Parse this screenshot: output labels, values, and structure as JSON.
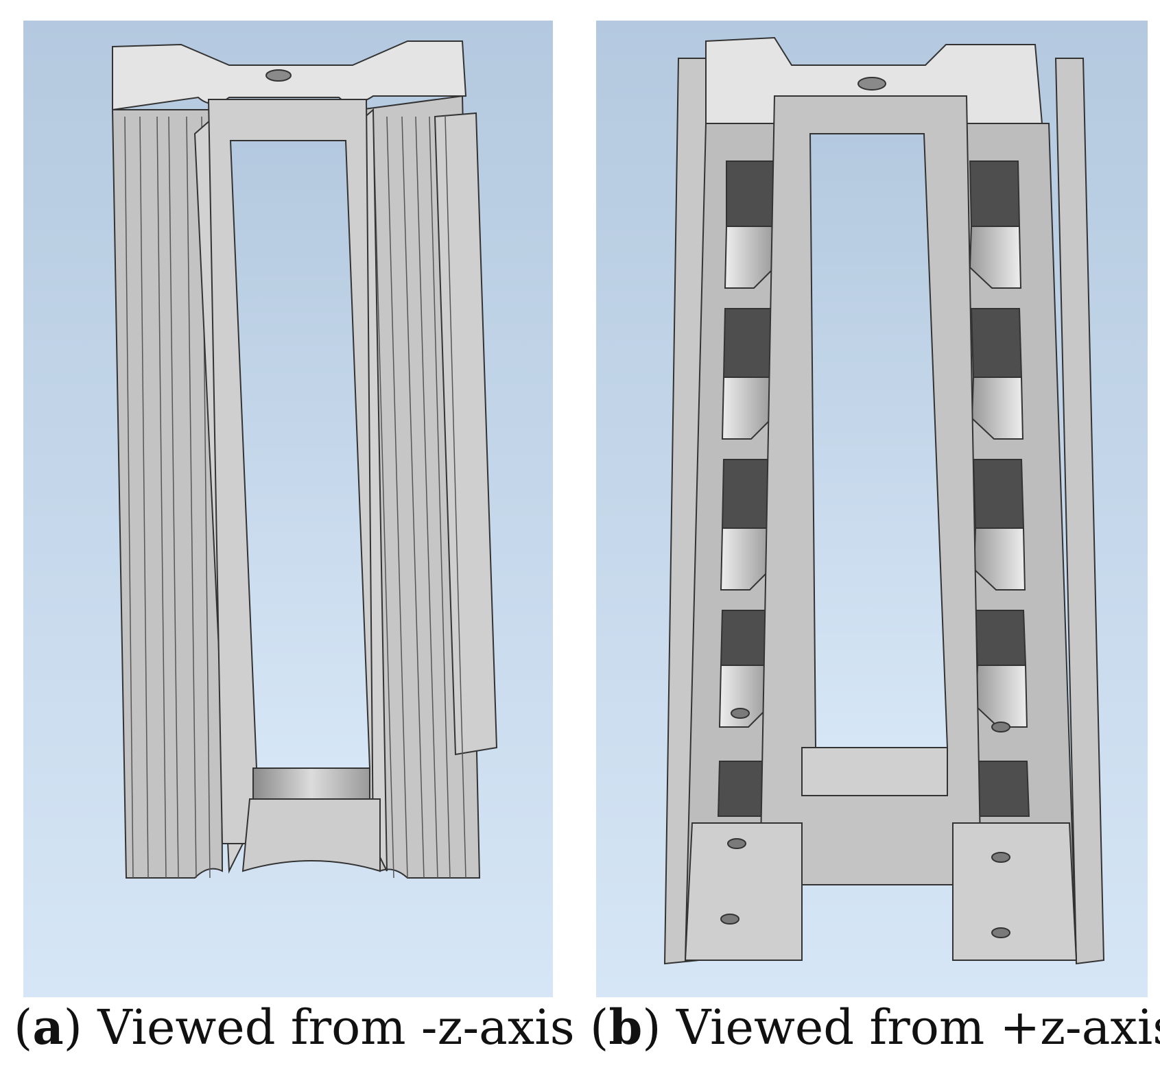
{
  "figure": {
    "panel_a": {
      "letter": "a",
      "caption": "Viewed from -z-axis"
    },
    "panel_b": {
      "letter": "b",
      "caption": "Viewed from +z-axis"
    }
  },
  "colors": {
    "background_top": "#b4c9df",
    "background_bottom": "#d6e6f6",
    "part_light": "#e6e6e6",
    "part_mid": "#bebebe",
    "part_dark": "#4c4c4c",
    "edge": "#333333"
  }
}
